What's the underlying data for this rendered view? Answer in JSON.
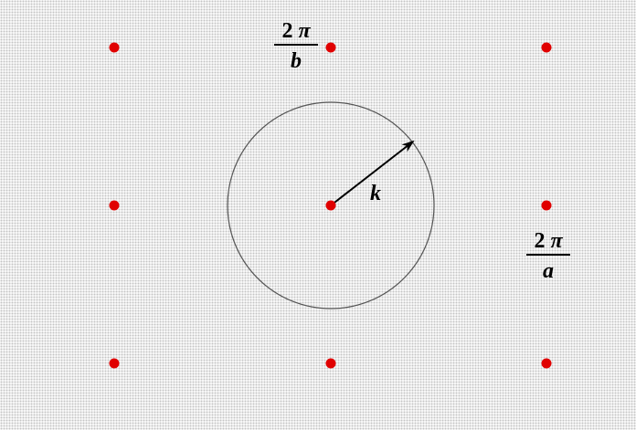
{
  "diagram": {
    "lattice_points": [
      {
        "row": 0,
        "col": 0
      },
      {
        "row": 0,
        "col": 1
      },
      {
        "row": 0,
        "col": 2
      },
      {
        "row": 1,
        "col": 0
      },
      {
        "row": 1,
        "col": 1
      },
      {
        "row": 1,
        "col": 2
      },
      {
        "row": 2,
        "col": 0
      },
      {
        "row": 2,
        "col": 1
      },
      {
        "row": 2,
        "col": 2
      }
    ],
    "point_color": "#e00000",
    "circle_color": "#555555",
    "arrow_color": "#000000",
    "labels": {
      "k": "k",
      "b_spacing": {
        "numerator": "2",
        "symbol": "π",
        "denominator": "b"
      },
      "a_spacing": {
        "numerator": "2",
        "symbol": "π",
        "denominator": "a"
      }
    }
  }
}
